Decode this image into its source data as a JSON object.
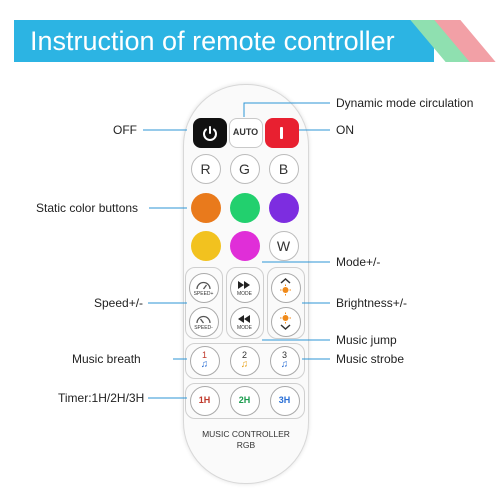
{
  "banner": {
    "title": "Instruction of remote controller"
  },
  "remote": {
    "brand_line1": "MUSIC CONTROLLER",
    "brand_line2": "RGB",
    "buttons": {
      "auto": "AUTO",
      "r": "R",
      "g": "G",
      "b": "B",
      "w": "W",
      "speed_up": "SPEED+",
      "speed_down": "SPEED-",
      "mode_up": "MODE",
      "mode_down": "MODE",
      "breath": "1",
      "jump": "2",
      "strobe": "3",
      "timer1": "1H",
      "timer2": "2H",
      "timer3": "3H"
    }
  },
  "labels": {
    "off": "OFF",
    "dynamic_mode": "Dynamic mode circulation",
    "on": "ON",
    "static_color": "Static color buttons",
    "mode": "Mode+/-",
    "speed": "Speed+/-",
    "brightness": "Brightness+/-",
    "music_jump": "Music jump",
    "music_breath": "Music breath",
    "music_strobe": "Music strobe",
    "timer": "Timer:1H/2H/3H"
  },
  "colors": {
    "banner": "#2cb4e3",
    "red": "#e82030",
    "green": "#1fc774",
    "blue": "#2f58c9",
    "orange": "#e97a1c",
    "green2": "#22d06e",
    "purple": "#7d2de0",
    "yellow": "#f2c21f",
    "magenta": "#e02ed8",
    "power": "#111111"
  }
}
